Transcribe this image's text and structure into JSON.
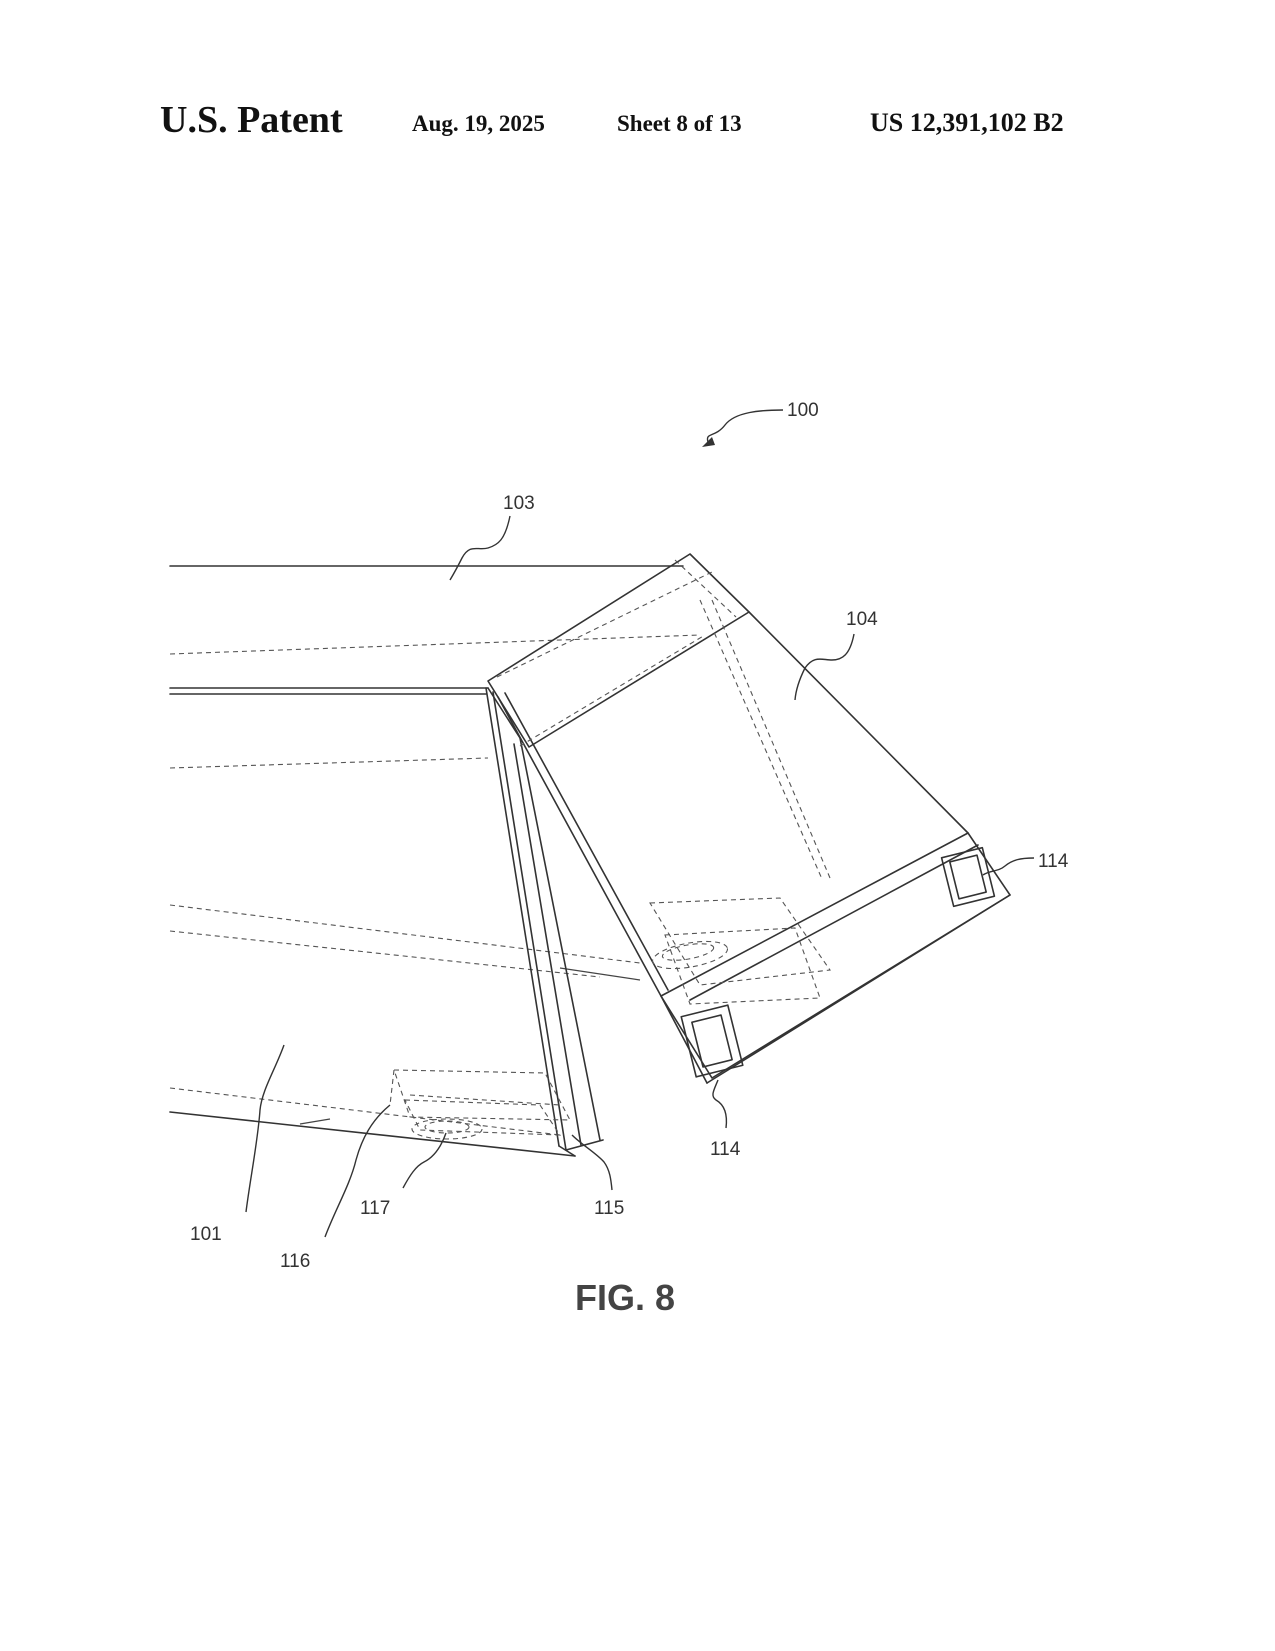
{
  "header": {
    "title": "U.S. Patent",
    "date": "Aug. 19, 2025",
    "sheet": "Sheet 8 of 13",
    "patent_number": "US 12,391,102 B2"
  },
  "figure": {
    "label": "FIG. 8",
    "refs": {
      "r100": "100",
      "r101": "101",
      "r103": "103",
      "r104": "104",
      "r114a": "114",
      "r114b": "114",
      "r115": "115",
      "r116": "116",
      "r117": "117"
    }
  }
}
